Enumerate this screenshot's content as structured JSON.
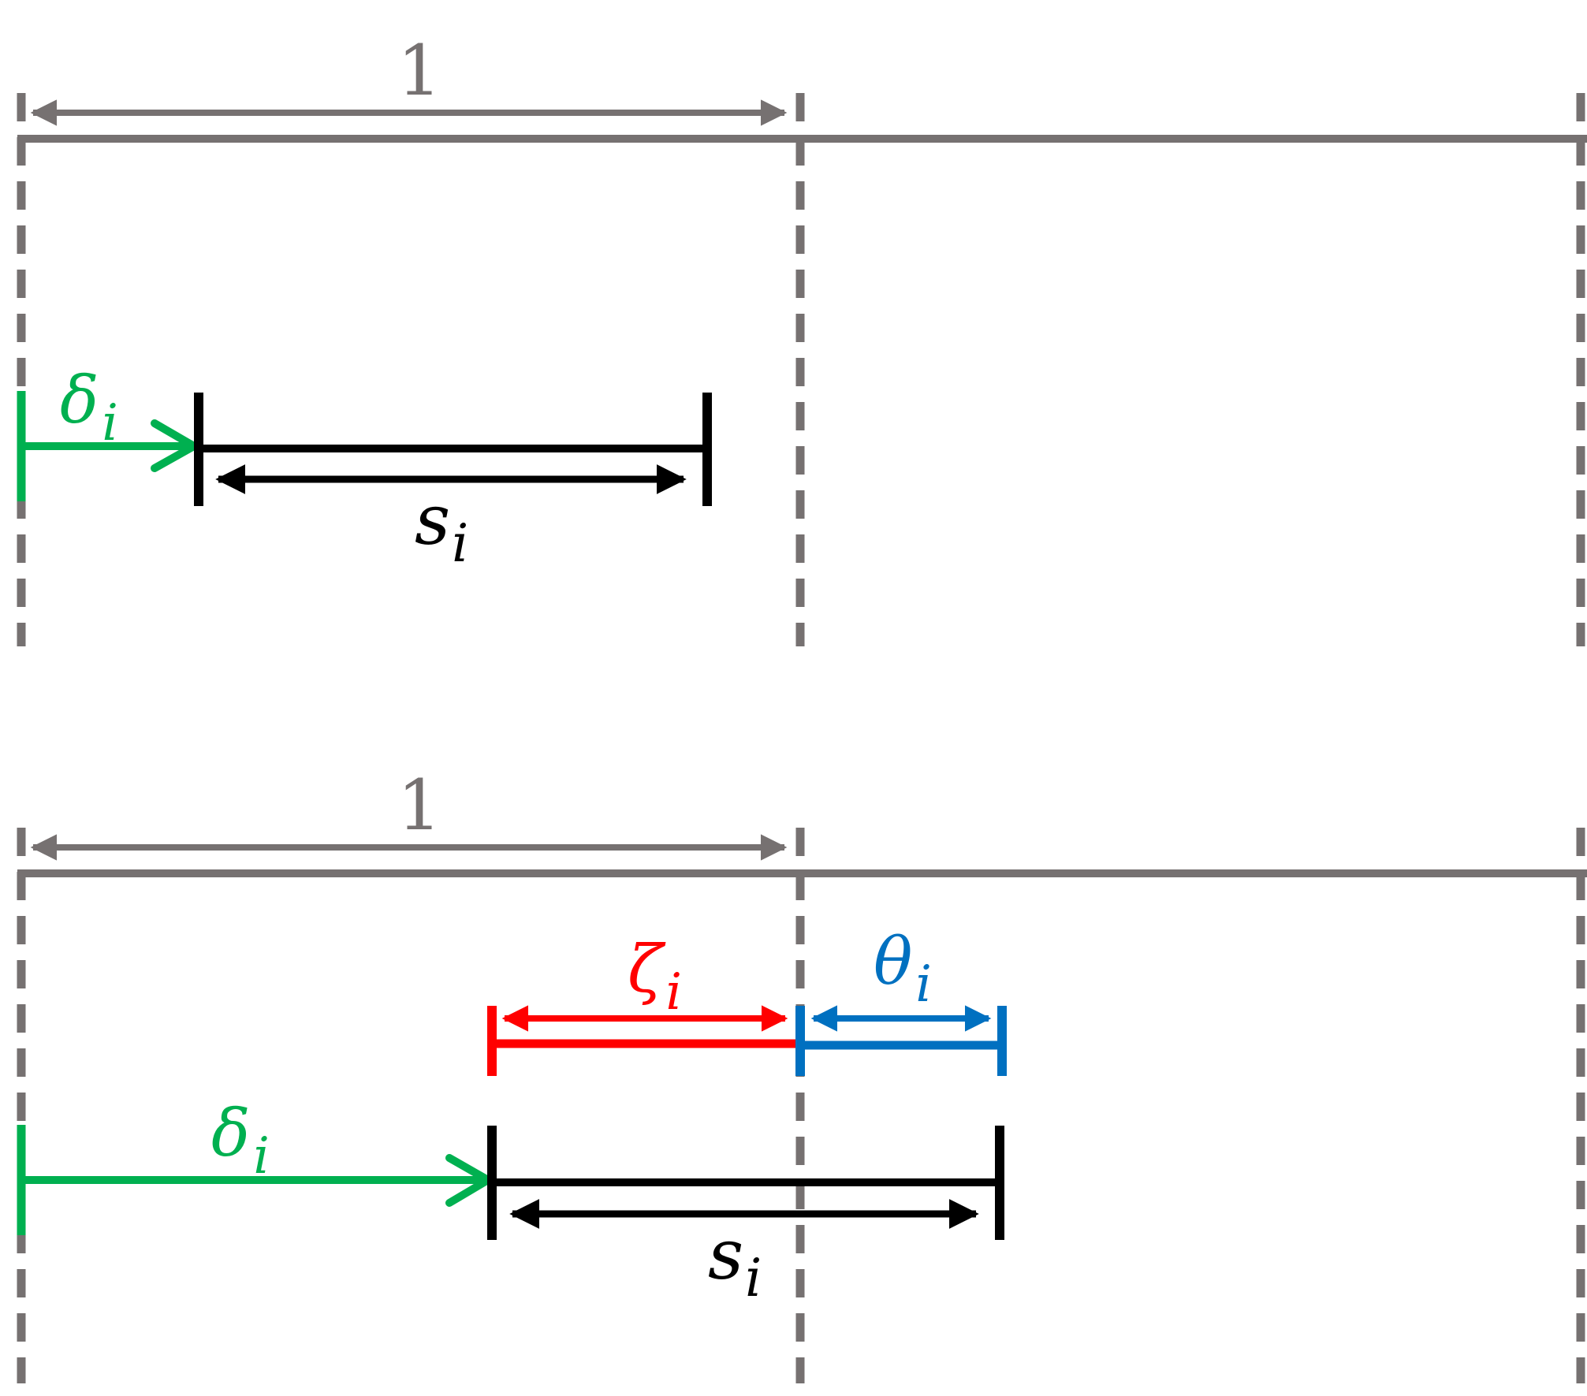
{
  "colors": {
    "grid": "#767171",
    "offset": "#00b050",
    "segment": "#000000",
    "overlap_left": "#ff0000",
    "overlap_right": "#0070c0"
  },
  "panel_top": {
    "unit_label": "1",
    "offset_label": {
      "main": "δ",
      "sub": "i"
    },
    "length_label": {
      "main": "s",
      "sub": "i"
    }
  },
  "panel_bottom": {
    "unit_label": "1",
    "offset_label": {
      "main": "δ",
      "sub": "i"
    },
    "length_label": {
      "main": "s",
      "sub": "i"
    },
    "zeta_label": {
      "main": "ζ",
      "sub": "i"
    },
    "theta_label": {
      "main": "θ",
      "sub": "i"
    }
  }
}
